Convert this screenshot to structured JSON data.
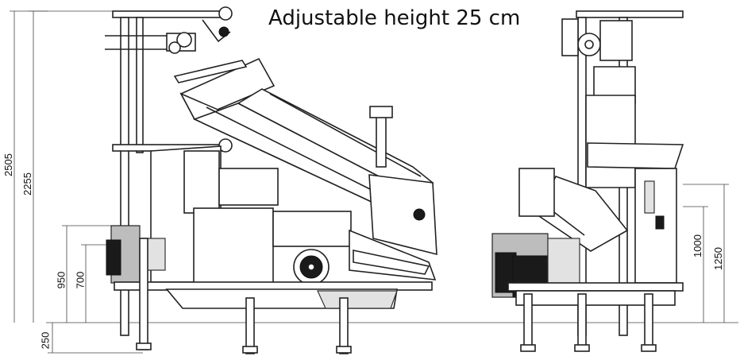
{
  "title": "Adjustable height 25 cm",
  "dimensions": {
    "left": [
      "2505",
      "2255",
      "950",
      "700",
      "250"
    ],
    "right": [
      "1000",
      "1250"
    ]
  }
}
